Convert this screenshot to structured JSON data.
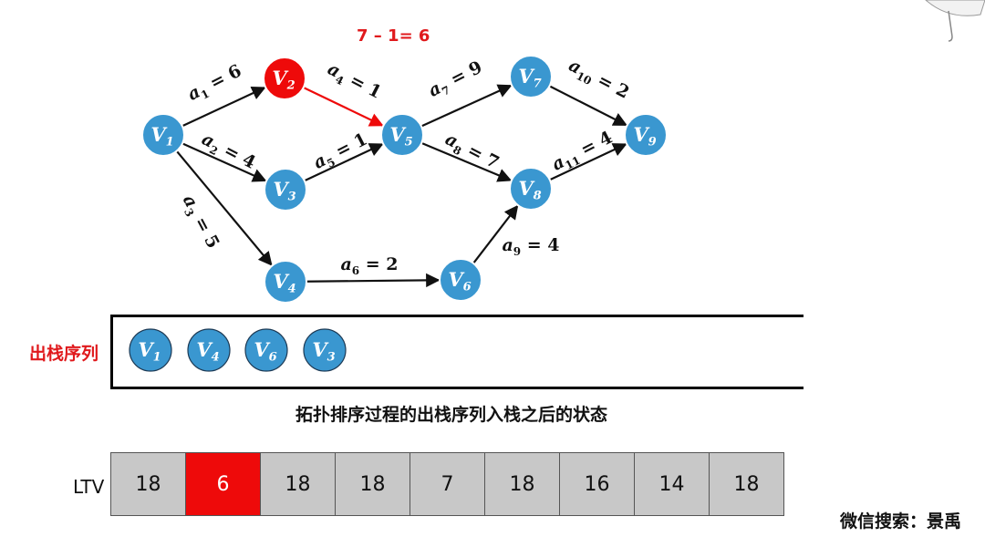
{
  "colors": {
    "node": "#3a97d0",
    "highlight": "#ee0a0a",
    "cell": "#c8c8c8"
  },
  "calc_text": "7 – 1= 6",
  "nodes": [
    {
      "id": "v1",
      "base": "V",
      "sub": "1",
      "highlight": false
    },
    {
      "id": "v2",
      "base": "V",
      "sub": "2",
      "highlight": true
    },
    {
      "id": "v3",
      "base": "V",
      "sub": "3",
      "highlight": false
    },
    {
      "id": "v4",
      "base": "V",
      "sub": "4",
      "highlight": false
    },
    {
      "id": "v5",
      "base": "V",
      "sub": "5",
      "highlight": false
    },
    {
      "id": "v6",
      "base": "V",
      "sub": "6",
      "highlight": false
    },
    {
      "id": "v7",
      "base": "V",
      "sub": "7",
      "highlight": false
    },
    {
      "id": "v8",
      "base": "V",
      "sub": "8",
      "highlight": false
    },
    {
      "id": "v9",
      "base": "V",
      "sub": "9",
      "highlight": false
    }
  ],
  "edges": [
    {
      "from": "v1",
      "to": "v2",
      "sub": "1",
      "value": "6",
      "highlight": false
    },
    {
      "from": "v1",
      "to": "v3",
      "sub": "2",
      "value": "4",
      "highlight": false
    },
    {
      "from": "v1",
      "to": "v4",
      "sub": "3",
      "value": "5",
      "highlight": false
    },
    {
      "from": "v2",
      "to": "v5",
      "sub": "4",
      "value": "1",
      "highlight": true
    },
    {
      "from": "v3",
      "to": "v5",
      "sub": "5",
      "value": "1",
      "highlight": false
    },
    {
      "from": "v4",
      "to": "v6",
      "sub": "6",
      "value": "2",
      "highlight": false
    },
    {
      "from": "v5",
      "to": "v7",
      "sub": "7",
      "value": "9",
      "highlight": false
    },
    {
      "from": "v5",
      "to": "v8",
      "sub": "8",
      "value": "7",
      "highlight": false
    },
    {
      "from": "v6",
      "to": "v8",
      "sub": "9",
      "value": "4",
      "highlight": false
    },
    {
      "from": "v7",
      "to": "v9",
      "sub": "10",
      "value": "2",
      "highlight": false
    },
    {
      "from": "v8",
      "to": "v9",
      "sub": "11",
      "value": "4",
      "highlight": false
    }
  ],
  "stack_label": "出栈序列",
  "stack_nodes": [
    {
      "base": "V",
      "sub": "1"
    },
    {
      "base": "V",
      "sub": "4"
    },
    {
      "base": "V",
      "sub": "6"
    },
    {
      "base": "V",
      "sub": "3"
    }
  ],
  "caption": "拓扑排序过程的出栈序列入栈之后的状态",
  "ltv_label": "LTV",
  "ltv_values": [
    {
      "value": "18",
      "highlight": false
    },
    {
      "value": "6",
      "highlight": true
    },
    {
      "value": "18",
      "highlight": false
    },
    {
      "value": "18",
      "highlight": false
    },
    {
      "value": "7",
      "highlight": false
    },
    {
      "value": "18",
      "highlight": false
    },
    {
      "value": "16",
      "highlight": false
    },
    {
      "value": "14",
      "highlight": false
    },
    {
      "value": "18",
      "highlight": false
    }
  ],
  "footer": "微信搜索：景禹"
}
